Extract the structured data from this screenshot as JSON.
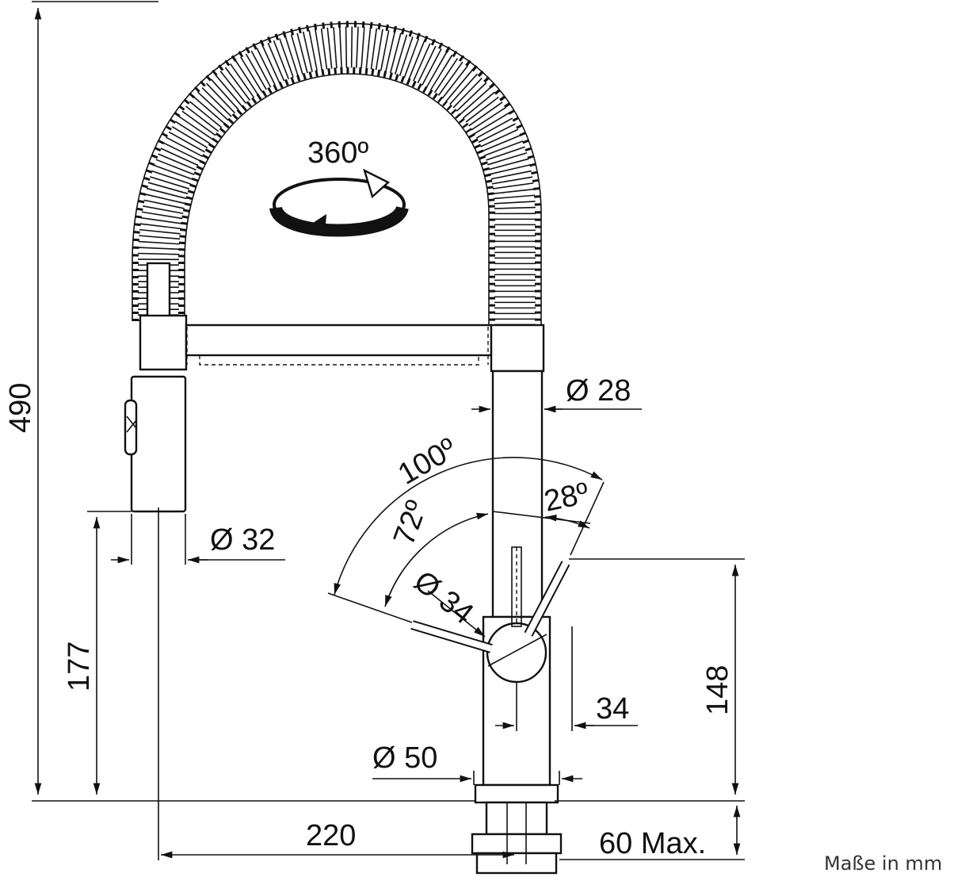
{
  "dimensions": {
    "height_total": "490",
    "height_spout": "177",
    "height_lever": "148",
    "reach": "220",
    "hose_diameter": "Ø 28",
    "spray_diameter": "Ø 32",
    "lever_diameter": "Ø 34",
    "base_diameter": "Ø 50",
    "lever_offset": "34",
    "deck_thickness": "60 Max.",
    "rotation": "360º",
    "lever_angle_total": "100º",
    "lever_angle_back": "72º",
    "lever_angle_front": "28º"
  },
  "note": "Maße in mm"
}
